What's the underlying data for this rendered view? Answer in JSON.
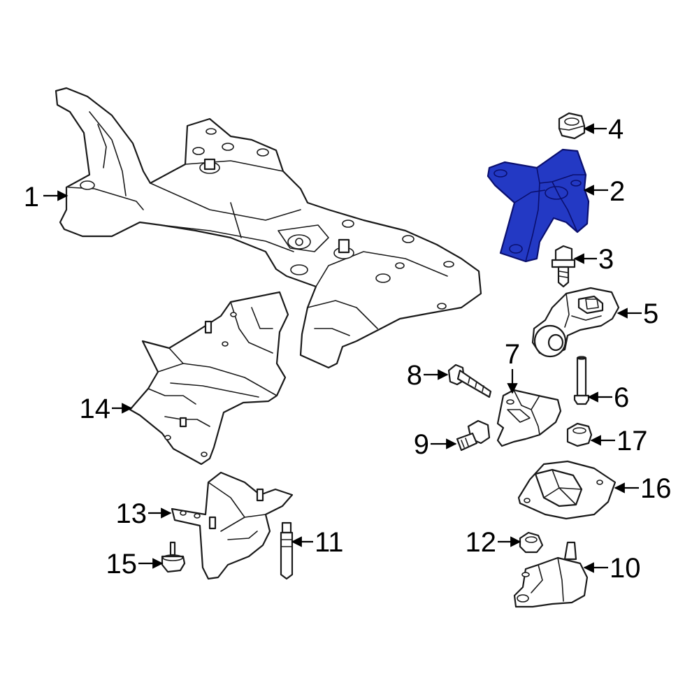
{
  "highlight_color": "#2339c4",
  "callouts": [
    {
      "id": "1",
      "label": "1"
    },
    {
      "id": "2",
      "label": "2"
    },
    {
      "id": "3",
      "label": "3"
    },
    {
      "id": "4",
      "label": "4"
    },
    {
      "id": "5",
      "label": "5"
    },
    {
      "id": "6",
      "label": "6"
    },
    {
      "id": "7",
      "label": "7"
    },
    {
      "id": "8",
      "label": "8"
    },
    {
      "id": "9",
      "label": "9"
    },
    {
      "id": "10",
      "label": "10"
    },
    {
      "id": "11",
      "label": "11"
    },
    {
      "id": "12",
      "label": "12"
    },
    {
      "id": "13",
      "label": "13"
    },
    {
      "id": "14",
      "label": "14"
    },
    {
      "id": "15",
      "label": "15"
    },
    {
      "id": "16",
      "label": "16"
    },
    {
      "id": "17",
      "label": "17"
    }
  ]
}
